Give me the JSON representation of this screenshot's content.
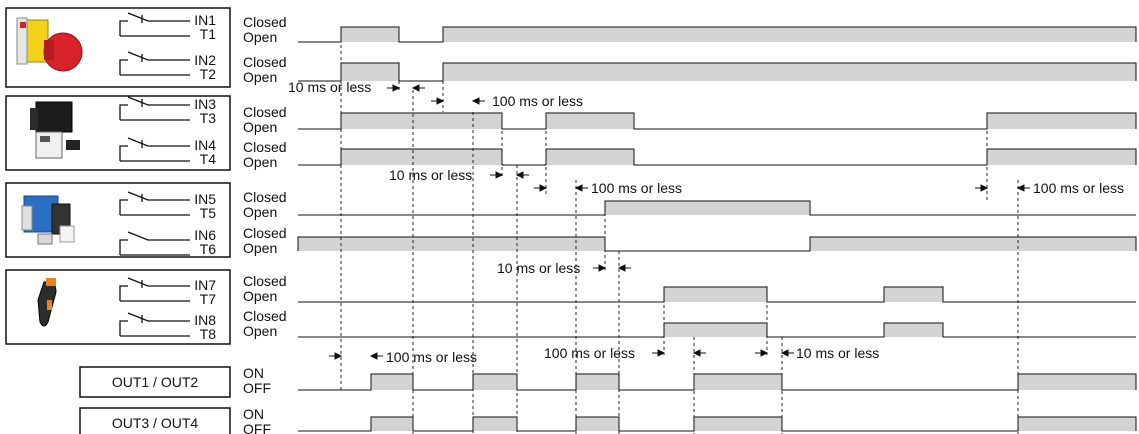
{
  "devices": [
    {
      "id": "emergency-stop",
      "contacts": [
        {
          "in": "IN1",
          "t": "T1",
          "closed": "Closed",
          "open": "Open"
        },
        {
          "in": "IN2",
          "t": "T2",
          "closed": "Closed",
          "open": "Open"
        }
      ]
    },
    {
      "id": "interlock-switch",
      "contacts": [
        {
          "in": "IN3",
          "t": "T3",
          "closed": "Closed",
          "open": "Open"
        },
        {
          "in": "IN4",
          "t": "T4",
          "closed": "Closed",
          "open": "Open"
        }
      ]
    },
    {
      "id": "selector-switch",
      "contacts": [
        {
          "in": "IN5",
          "t": "T5",
          "closed": "Closed",
          "open": "Open"
        },
        {
          "in": "IN6",
          "t": "T6",
          "closed": "Closed",
          "open": "Open"
        }
      ]
    },
    {
      "id": "enabling-switch",
      "contacts": [
        {
          "in": "IN7",
          "t": "T7",
          "closed": "Closed",
          "open": "Open"
        },
        {
          "in": "IN8",
          "t": "T8",
          "closed": "Closed",
          "open": "Open"
        }
      ]
    }
  ],
  "outputs": [
    {
      "label": "OUT1 / OUT2",
      "on": "ON",
      "off": "OFF"
    },
    {
      "label": "OUT3 / OUT4",
      "on": "ON",
      "off": "OFF"
    }
  ],
  "annotations": {
    "a1": "10 ms or less",
    "a2": "100 ms or less",
    "a3": "10 ms or less",
    "a4": "100 ms or less",
    "a5": "100 ms or less",
    "a6": "10 ms or less",
    "a7": "100 ms or less",
    "a8": "100 ms or less",
    "a9": "10 ms or less"
  },
  "colors": {
    "fill": "#d3d3d3",
    "line": "#111111",
    "red": "#d8222a",
    "yellow": "#f2d21b",
    "blue": "#2a6fc4"
  }
}
